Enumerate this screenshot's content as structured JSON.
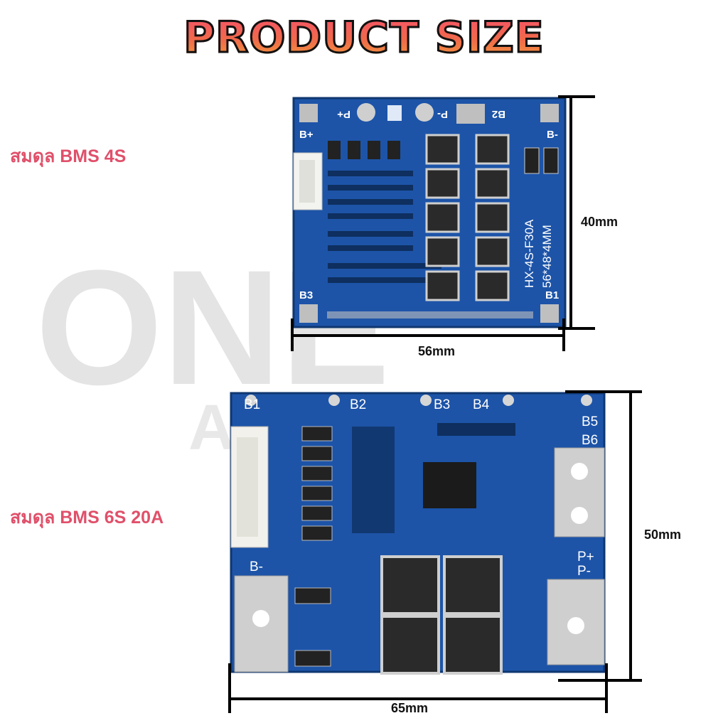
{
  "title": "PRODUCT SIZE",
  "watermark": {
    "line1": "ONE",
    "line2": "AU"
  },
  "board_4s": {
    "label": "สมดุล BMS 4S",
    "height_label": "40mm",
    "width_label": "56mm",
    "silkscreen": {
      "p_plus": "P+",
      "p_minus": "P-",
      "b2": "B2",
      "b_plus": "B+",
      "b_minus": "B-",
      "b3": "B3",
      "b1": "B1",
      "model": "HX-4S-F30A",
      "size": "56*48*4MM"
    }
  },
  "board_6s": {
    "label": "สมดุล BMS 6S 20A",
    "height_label": "50mm",
    "width_label": "65mm",
    "silkscreen": {
      "b1": "B1",
      "b2": "B2",
      "b3": "B3",
      "b4": "B4",
      "b5": "B5",
      "b6": "B6",
      "b_minus": "B-",
      "p_plus": "P+",
      "p_minus": "P-"
    }
  },
  "colors": {
    "accent": "#e0506a",
    "pcb": "#1b4f9c",
    "pcb_dark": "#123a78",
    "metal": "#c9c9c9"
  }
}
